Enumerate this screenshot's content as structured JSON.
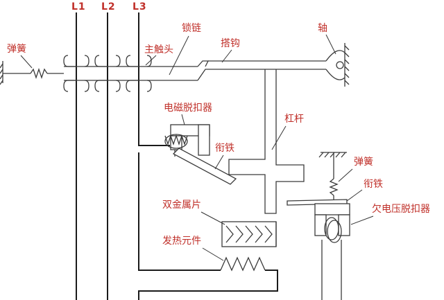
{
  "diagram": {
    "phases": [
      "L1",
      "L2",
      "L3"
    ],
    "labels": {
      "spring_left": "弹簧",
      "chain": "锁链",
      "main_contact": "主触头",
      "hook": "搭钩",
      "shaft": "轴",
      "em_release": "电磁脱扣器",
      "armature_mid": "衔铁",
      "lever": "杠杆",
      "spring_right": "弹簧",
      "armature_right": "衔铁",
      "uv_release": "欠电压脱扣器",
      "bimetal": "双金属片",
      "heater": "发热元件"
    },
    "colors": {
      "label": "#c0302a",
      "line": "#1a1a1a"
    }
  }
}
